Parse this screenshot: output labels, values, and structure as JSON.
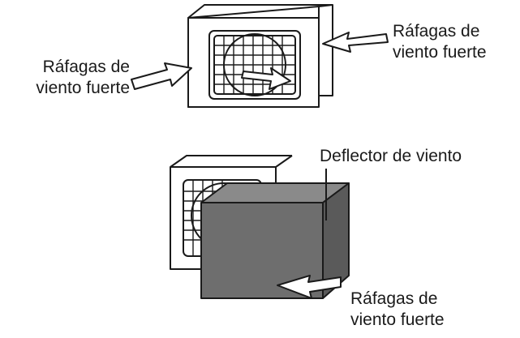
{
  "figure": {
    "top_right_label": {
      "line1": "Ráfagas de",
      "line2": "viento fuerte"
    },
    "top_left_label": {
      "line1": "Ráfagas de",
      "line2": "viento fuerte"
    },
    "deflector_label": "Deflector de viento",
    "bottom_label": {
      "line1": "Ráfagas de",
      "line2": "viento fuerte"
    }
  },
  "colors": {
    "line": "#1a1a1a",
    "deflector_front": "#6e6e6e",
    "deflector_top": "#8a8a8a",
    "deflector_side": "#5a5a5a"
  }
}
